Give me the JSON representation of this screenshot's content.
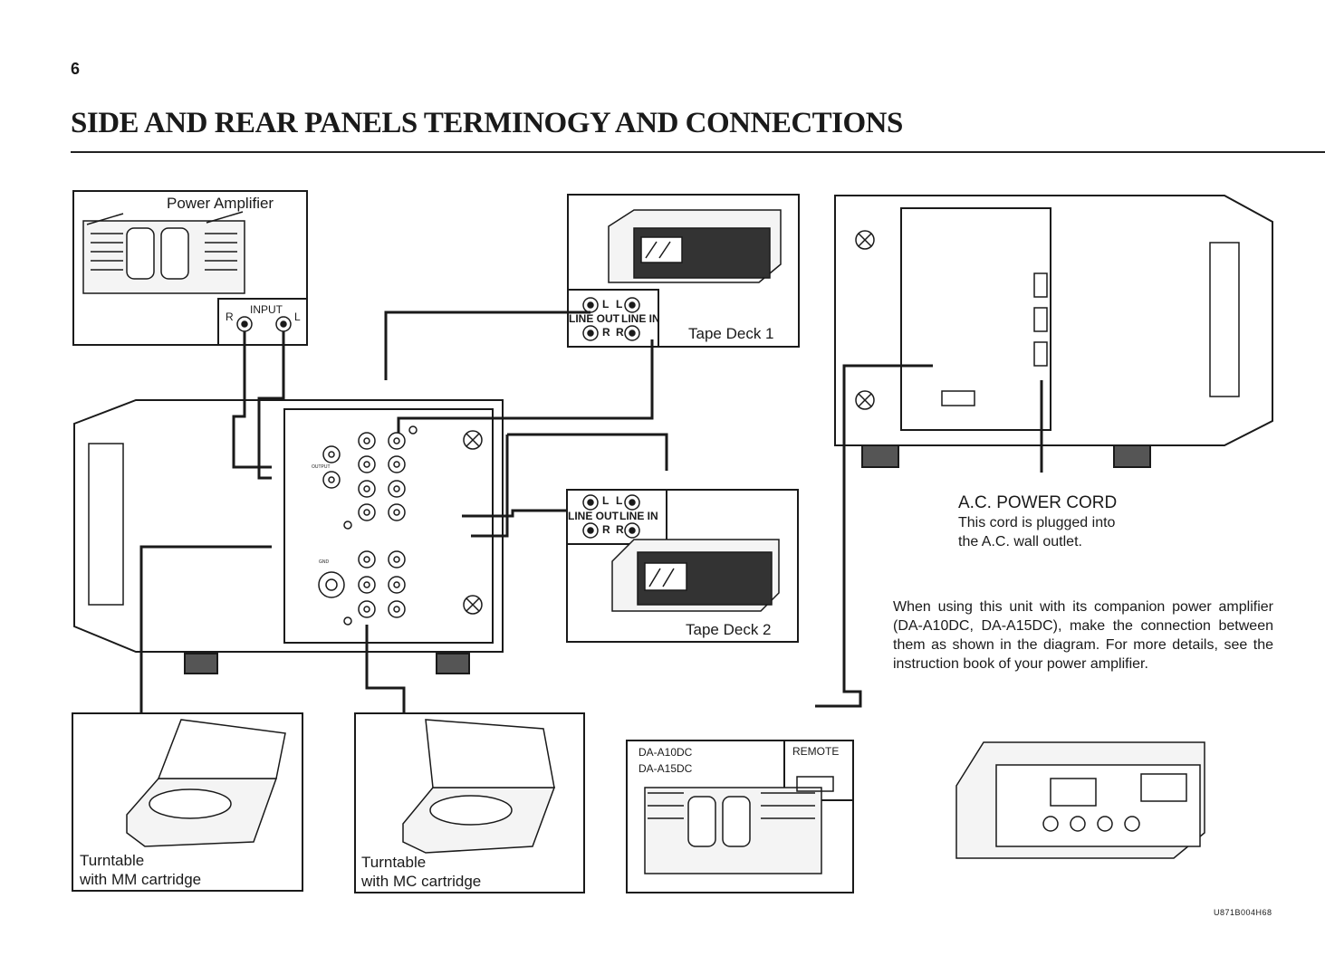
{
  "page": {
    "number": "6",
    "title": "SIDE AND REAR PANELS TERMINOGY AND CONNECTIONS",
    "footer_code": "U871B004H68"
  },
  "power_amp": {
    "label": "Power Amplifier",
    "input_label": "INPUT",
    "r": "R",
    "l": "L"
  },
  "tape_deck_1": {
    "label": "Tape Deck 1",
    "line_out": "LINE OUT",
    "line_in": "LINE IN",
    "l": "L",
    "r": "R"
  },
  "tape_deck_2": {
    "label": "Tape Deck 2",
    "line_out": "LINE OUT",
    "line_in": "LINE IN",
    "l": "L",
    "r": "R"
  },
  "turntable_mm": {
    "line1": "Turntable",
    "line2": "with MM cartridge"
  },
  "turntable_mc": {
    "line1": "Turntable",
    "line2": "with MC cartridge"
  },
  "companion_amp": {
    "model1": "DA-A10DC",
    "model2": "DA-A15DC",
    "remote": "REMOTE"
  },
  "ac_cord": {
    "title": "A.C. POWER CORD",
    "line1": "This cord is plugged into",
    "line2": "the A.C. wall outlet."
  },
  "note": "When using this unit with its companion power amplifier (DA-A10DC, DA-A15DC), make the connection between them as shown in the diagram. For more details, see the instruction book of your power amplifier.",
  "colors": {
    "ink": "#1a1a1a",
    "paper": "#ffffff",
    "shade": "#777777"
  }
}
